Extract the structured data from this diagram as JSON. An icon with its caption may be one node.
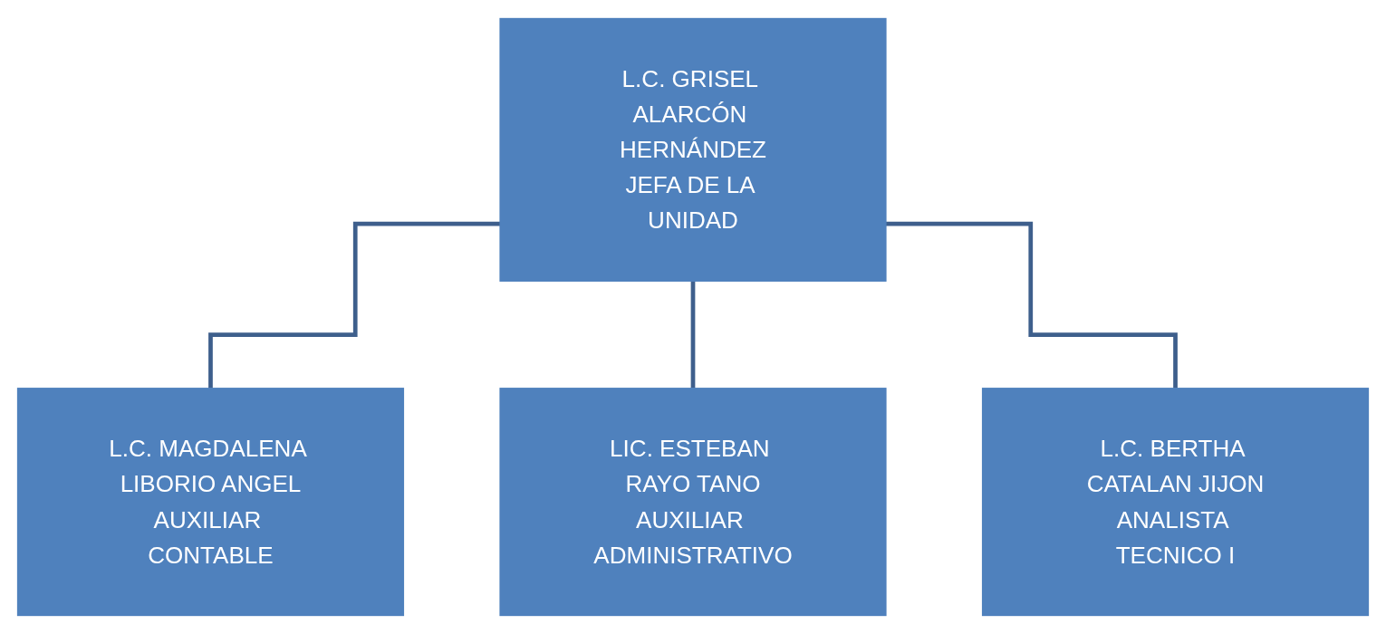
{
  "diagram": {
    "nodes": [
      {
        "text": [
          "L.C. GRISEL ALARCÓN HERNÁNDEZ",
          "JEFA DE LA UNIDAD"
        ]
      },
      {
        "text": [
          "L.C. MAGDALENA LIBORIO ANGEL",
          "AUXILIAR CONTABLE"
        ]
      },
      {
        "text": [
          "LIC. ESTEBAN RAYO TANO",
          "AUXILIAR ADMINISTRATIVO"
        ]
      },
      {
        "text": [
          "L.C. BERTHA CATALAN JIJON",
          "ANALISTA TECNICO I"
        ]
      }
    ],
    "edges": [
      {
        "from": 0,
        "to": 1,
        "arrow": "none"
      },
      {
        "from": 0,
        "to": 2,
        "arrow": "none"
      },
      {
        "from": 0,
        "to": 3,
        "arrow": "none"
      }
    ]
  }
}
